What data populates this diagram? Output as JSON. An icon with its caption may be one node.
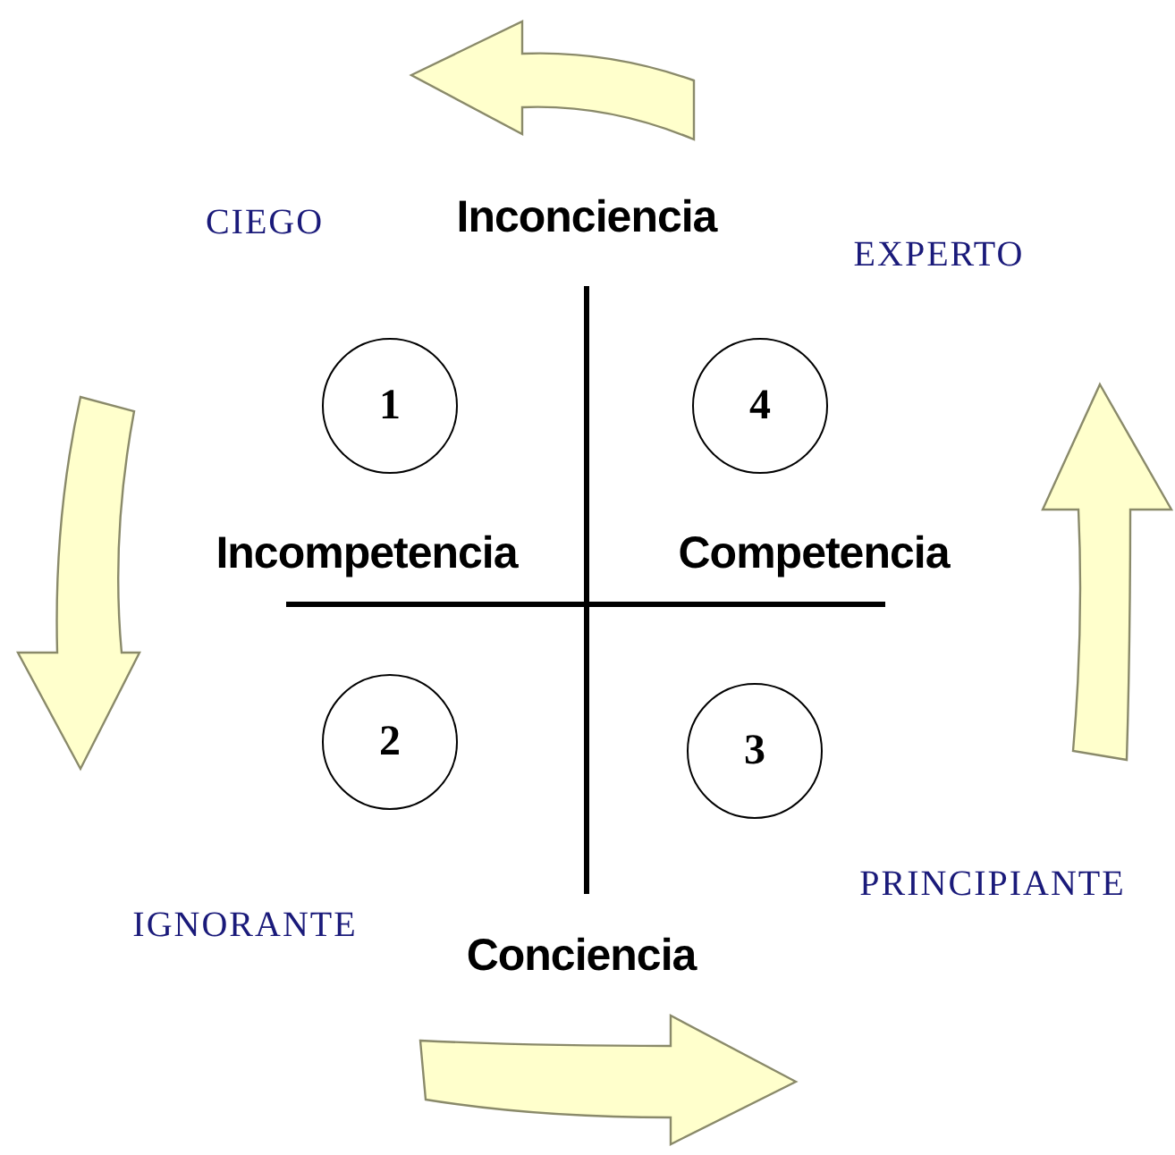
{
  "diagram": {
    "nodes": [
      {
        "text": [
          "1"
        ]
      },
      {
        "text": [
          "4"
        ]
      },
      {
        "text": [
          "2"
        ]
      },
      {
        "text": [
          "3"
        ]
      }
    ],
    "edges": [],
    "labels": [
      "CIEGO",
      "Inconciencia",
      "EXPERTO",
      "Incompetencia",
      "Competencia",
      "IGNORANTE",
      "Conciencia",
      "PRINCIPIANTE"
    ]
  }
}
